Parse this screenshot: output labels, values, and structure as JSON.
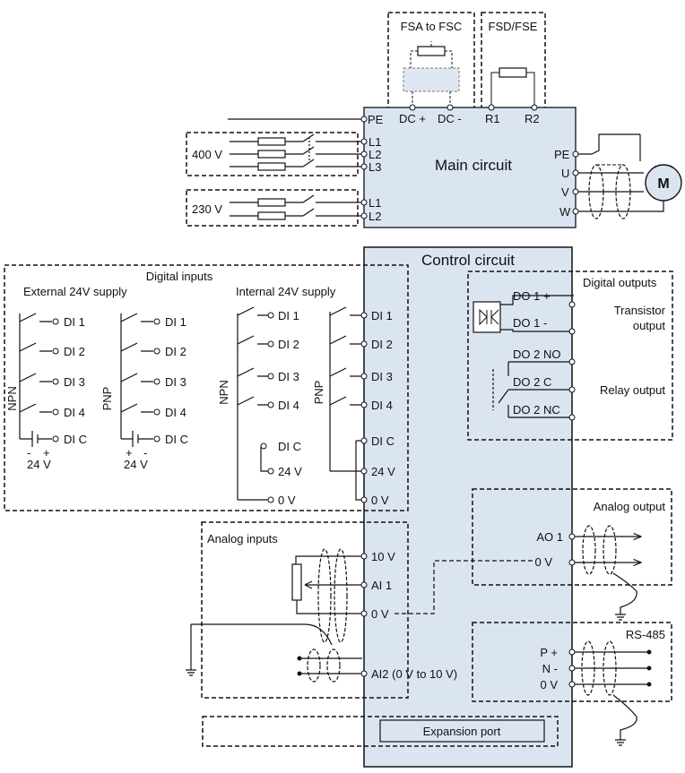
{
  "top": {
    "fsa_fsc": "FSA to FSC",
    "fsd_fse": "FSD/FSE",
    "pe": "PE",
    "dc_plus": "DC +",
    "dc_minus": "DC -",
    "r1": "R1",
    "r2": "R2",
    "v400": "400 V",
    "v230": "230 V",
    "l1": "L1",
    "l2": "L2",
    "l3": "L3",
    "main_circuit": "Main circuit",
    "pe_out": "PE",
    "u": "U",
    "v": "V",
    "w": "W",
    "motor": "M"
  },
  "control": {
    "title": "Control circuit",
    "terminals": [
      "DI 1",
      "DI 2",
      "DI 3",
      "DI 4",
      "DI C",
      "24 V",
      "0 V"
    ],
    "analog_terminals": [
      "10 V",
      "AI 1",
      "0 V",
      "AI2 (0 V to 10 V)"
    ],
    "expansion": "Expansion port"
  },
  "digital_inputs": {
    "title": "Digital inputs",
    "external": "External 24V supply",
    "internal": "Internal 24V supply",
    "npn": "NPN",
    "pnp": "PNP",
    "di": [
      "DI 1",
      "DI 2",
      "DI 3",
      "DI 4"
    ],
    "dic": "DI C",
    "v24": "24 V",
    "v0": "0 V",
    "minus": "-",
    "plus": "+"
  },
  "analog_inputs": {
    "title": "Analog inputs"
  },
  "digital_outputs": {
    "title": "Digital outputs",
    "do1p": "DO 1 +",
    "do1m": "DO 1 -",
    "do2no": "DO 2 NO",
    "do2c": "DO 2 C",
    "do2nc": "DO 2 NC",
    "transistor_1": "Transistor",
    "transistor_2": "output",
    "relay": "Relay output"
  },
  "analog_output": {
    "title": "Analog output",
    "ao1": "AO 1",
    "v0": "0 V"
  },
  "rs485": {
    "title": "RS-485",
    "p": "P +",
    "n": "N -",
    "v0": "0 V"
  }
}
